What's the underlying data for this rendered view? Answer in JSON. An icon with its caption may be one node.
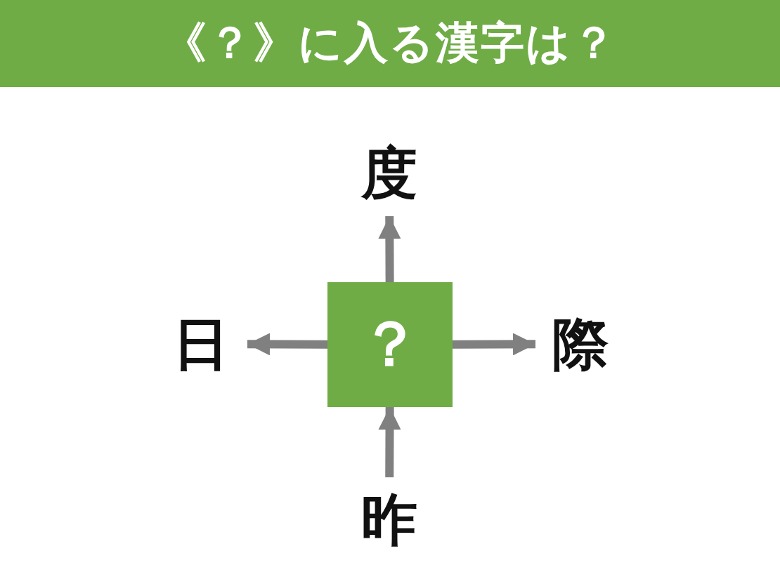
{
  "diagram": {
    "title": "《？》に入る漢字は？",
    "nodes": [
      {
        "text": [
          "？"
        ]
      },
      {
        "text": [
          "度"
        ]
      },
      {
        "text": [
          "日"
        ]
      },
      {
        "text": [
          "際"
        ]
      },
      {
        "text": [
          "昨"
        ]
      }
    ],
    "edges": [
      {
        "from": 0,
        "to": 1,
        "arrow": "to"
      },
      {
        "from": 0,
        "to": 2,
        "arrow": "to"
      },
      {
        "from": 0,
        "to": 3,
        "arrow": "to"
      },
      {
        "from": 4,
        "to": 0,
        "arrow": "to"
      }
    ]
  }
}
